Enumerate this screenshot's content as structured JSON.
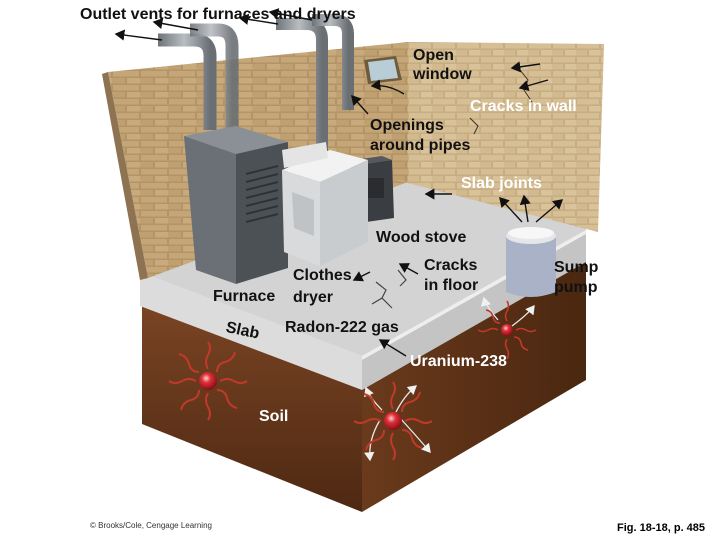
{
  "labels": {
    "outlet_vents": "Outlet vents for furnaces and dryers",
    "open_window_1": "Open",
    "open_window_2": "window",
    "cracks_in_wall": "Cracks in wall",
    "openings_1": "Openings",
    "openings_2": "around pipes",
    "slab_joints": "Slab joints",
    "wood_stove": "Wood stove",
    "cracks_floor_1": "Cracks",
    "cracks_floor_2": "in floor",
    "sump_1": "Sump",
    "sump_2": "pump",
    "clothes_1": "Clothes",
    "clothes_2": "dryer",
    "furnace": "Furnace",
    "slab": "Slab",
    "radon": "Radon-222 gas",
    "uranium": "Uranium-238",
    "soil": "Soil"
  },
  "credit": "© Brooks/Cole, Cengage Learning",
  "figure_ref": "Fig. 18-18, p. 485",
  "colors": {
    "soil": "#6b3a1e",
    "slab": "#e6e6e6",
    "floor": "#cfcfcf",
    "brick": "#b99a6e",
    "uranium_glow": "#c0392b"
  }
}
